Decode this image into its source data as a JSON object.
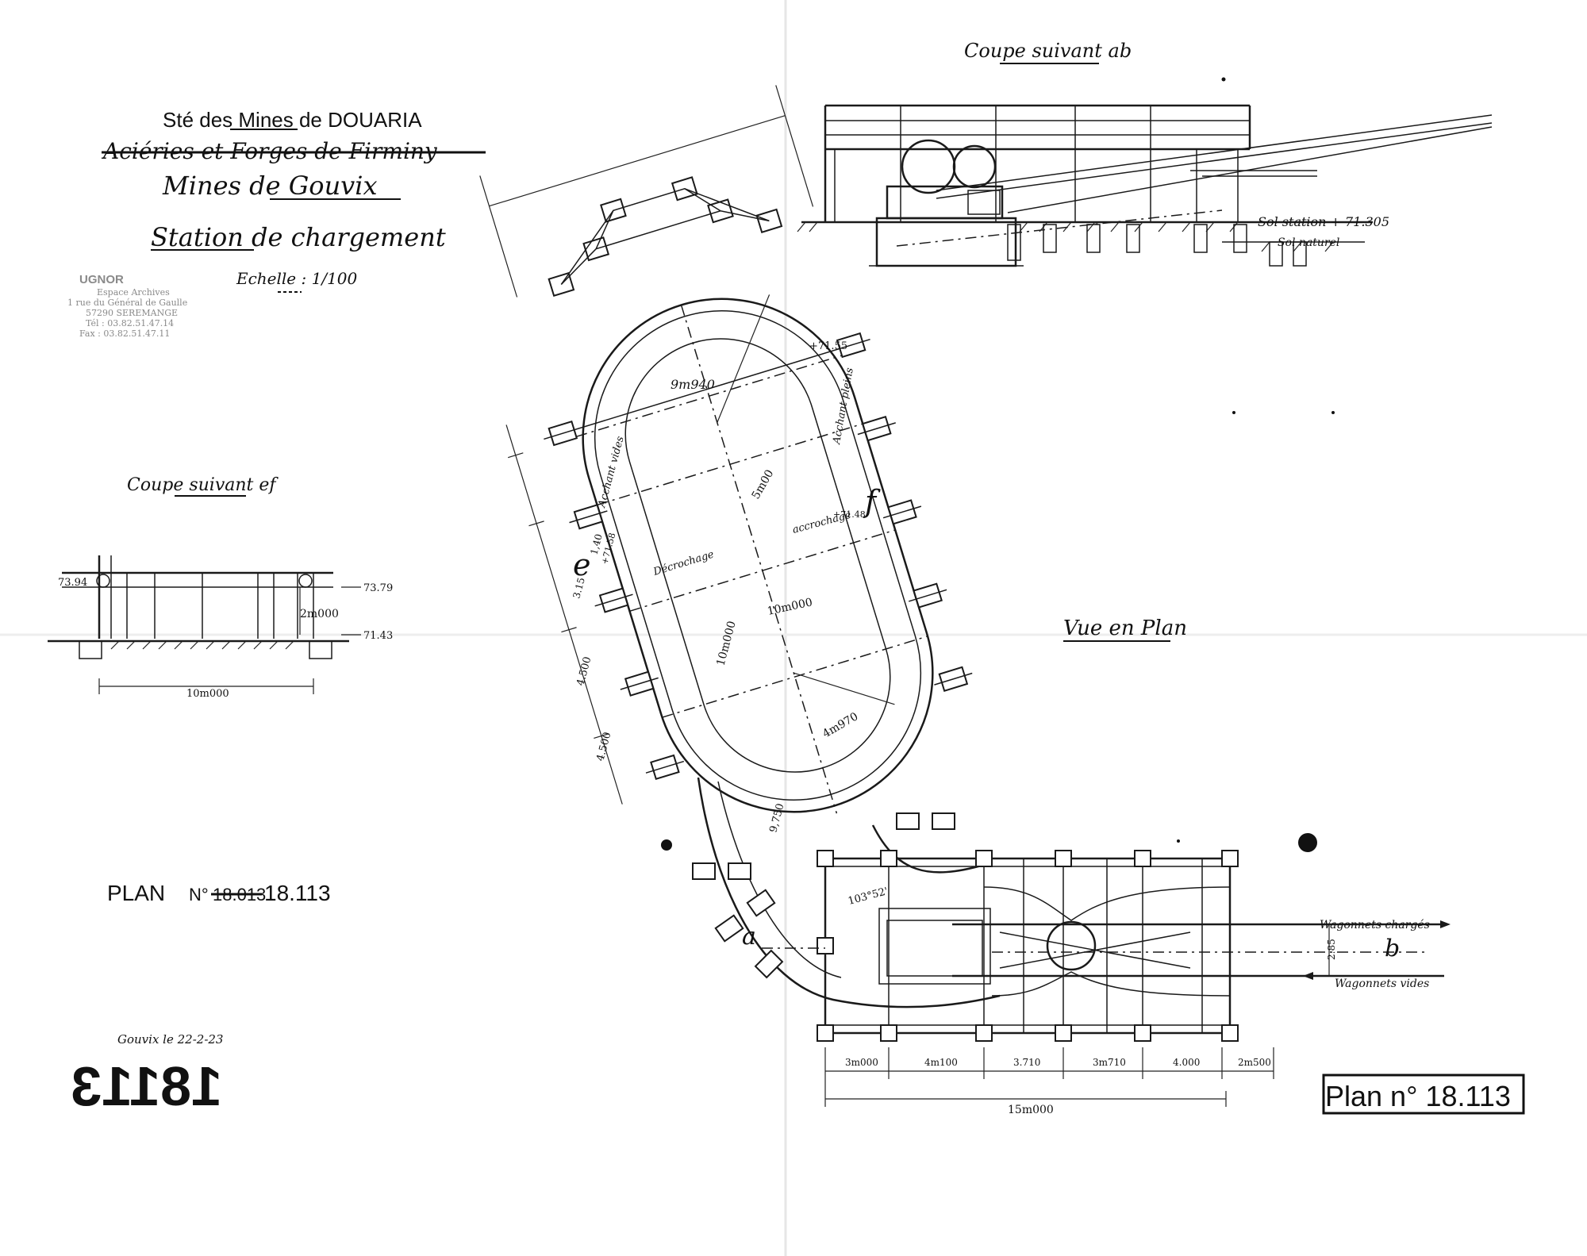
{
  "title_block": {
    "company": "Sté des Mines de DOUARIA",
    "struck_line": "Aciéries et Forges de Firminy",
    "mine": "Mines de Gouvix",
    "subject": "Station de chargement",
    "scale_label": "Echelle : 1/100"
  },
  "archive_stamp": {
    "logo": "UGNOR",
    "line1": "Espace Archives",
    "line2": "1 rue du Général de Gaulle",
    "line3": "57290 SEREMANGE",
    "line4": "Tél : 03.82.51.47.14",
    "line5": "Fax : 03.82.51.47.11"
  },
  "section_ab": {
    "title": "Coupe suivant ab",
    "sol_station": "Sol station + 71.305",
    "sol_naturel": "Sol naturel"
  },
  "section_ef": {
    "title": "Coupe suivant ef",
    "level_left": "73.94",
    "level_right_top": "73.79",
    "level_right_bottom": "71.43",
    "height_dim": "2m000",
    "width_dim": "10m000"
  },
  "plan_view": {
    "title": "Vue en Plan",
    "top_width": "9m940",
    "top_level": "+71.55",
    "rail_left": "Acchant vides",
    "rail_right": "Acchant pleins",
    "radius_top": "5m00",
    "label_e": "e",
    "label_f": "f",
    "level_e": "+71.58",
    "level_f": "+71.48",
    "decrochage": "Décrochage",
    "accrochage": "accrochage",
    "dim_side_1": "1,40",
    "dim_side_2": "3.15",
    "dim_side_3": "4.500",
    "dim_side_4": "4.500",
    "dim_mid_width": "10m000",
    "dim_diag": "10m000",
    "radius_bottom": "4m970",
    "dim_axis": "9,750",
    "angle": "103°52'",
    "label_a": "a",
    "label_b": "b",
    "wagons_charges": "Wagonnets chargés",
    "wagons_vides": "Wagonnets vides",
    "track_gap": "2.85",
    "bottom_dims": [
      "3m000",
      "4m100",
      "3.710",
      "3m710",
      "4.000",
      "2m500"
    ],
    "total_dim": "15m000"
  },
  "plan_number": {
    "left_prefix": "PLAN",
    "left_no": "N°",
    "left_struck": "18.013",
    "left_value": "18.113",
    "date": "Gouvix le 22-2-23",
    "mirrored": "18113",
    "boxed": "Plan n° 18.113"
  }
}
